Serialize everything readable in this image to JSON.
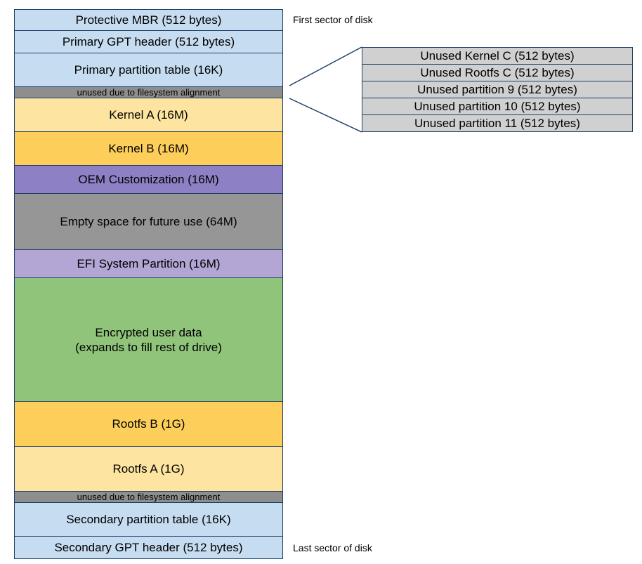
{
  "colors": {
    "light_blue": "#c6dcf0",
    "gray": "#8e8e8e",
    "light_yellow": "#fde4a0",
    "yellow": "#fdcf5a",
    "purple": "#8e80c4",
    "dark_gray": "#969696",
    "lavender": "#b3a6d5",
    "green": "#8fc47a",
    "unused_gray": "#d0d0d0",
    "border": "#1f3f66"
  },
  "partitions": [
    {
      "label": "Protective MBR (512 bytes)"
    },
    {
      "label": "Primary GPT header (512 bytes)"
    },
    {
      "label": "Primary partition table (16K)"
    },
    {
      "label": "unused due to filesystem alignment"
    },
    {
      "label": "Kernel A (16M)"
    },
    {
      "label": "Kernel B (16M)"
    },
    {
      "label": "OEM Customization (16M)"
    },
    {
      "label": "Empty space for future use (64M)"
    },
    {
      "label": "EFI System Partition (16M)"
    },
    {
      "label": "Encrypted user data\n(expands to fill rest of drive)"
    },
    {
      "label": "Rootfs B (1G)"
    },
    {
      "label": "Rootfs A (1G)"
    },
    {
      "label": "unused due to filesystem alignment"
    },
    {
      "label": "Secondary partition table (16K)"
    },
    {
      "label": "Secondary GPT header (512 bytes)"
    }
  ],
  "side_labels": {
    "first": "First sector of disk",
    "last": "Last sector of disk"
  },
  "unused_entries": [
    {
      "label": "Unused Kernel C (512 bytes)"
    },
    {
      "label": "Unused Rootfs C (512 bytes)"
    },
    {
      "label": "Unused partition 9 (512 bytes)"
    },
    {
      "label": "Unused partition 10 (512 bytes)"
    },
    {
      "label": "Unused partition 11 (512 bytes)"
    }
  ]
}
